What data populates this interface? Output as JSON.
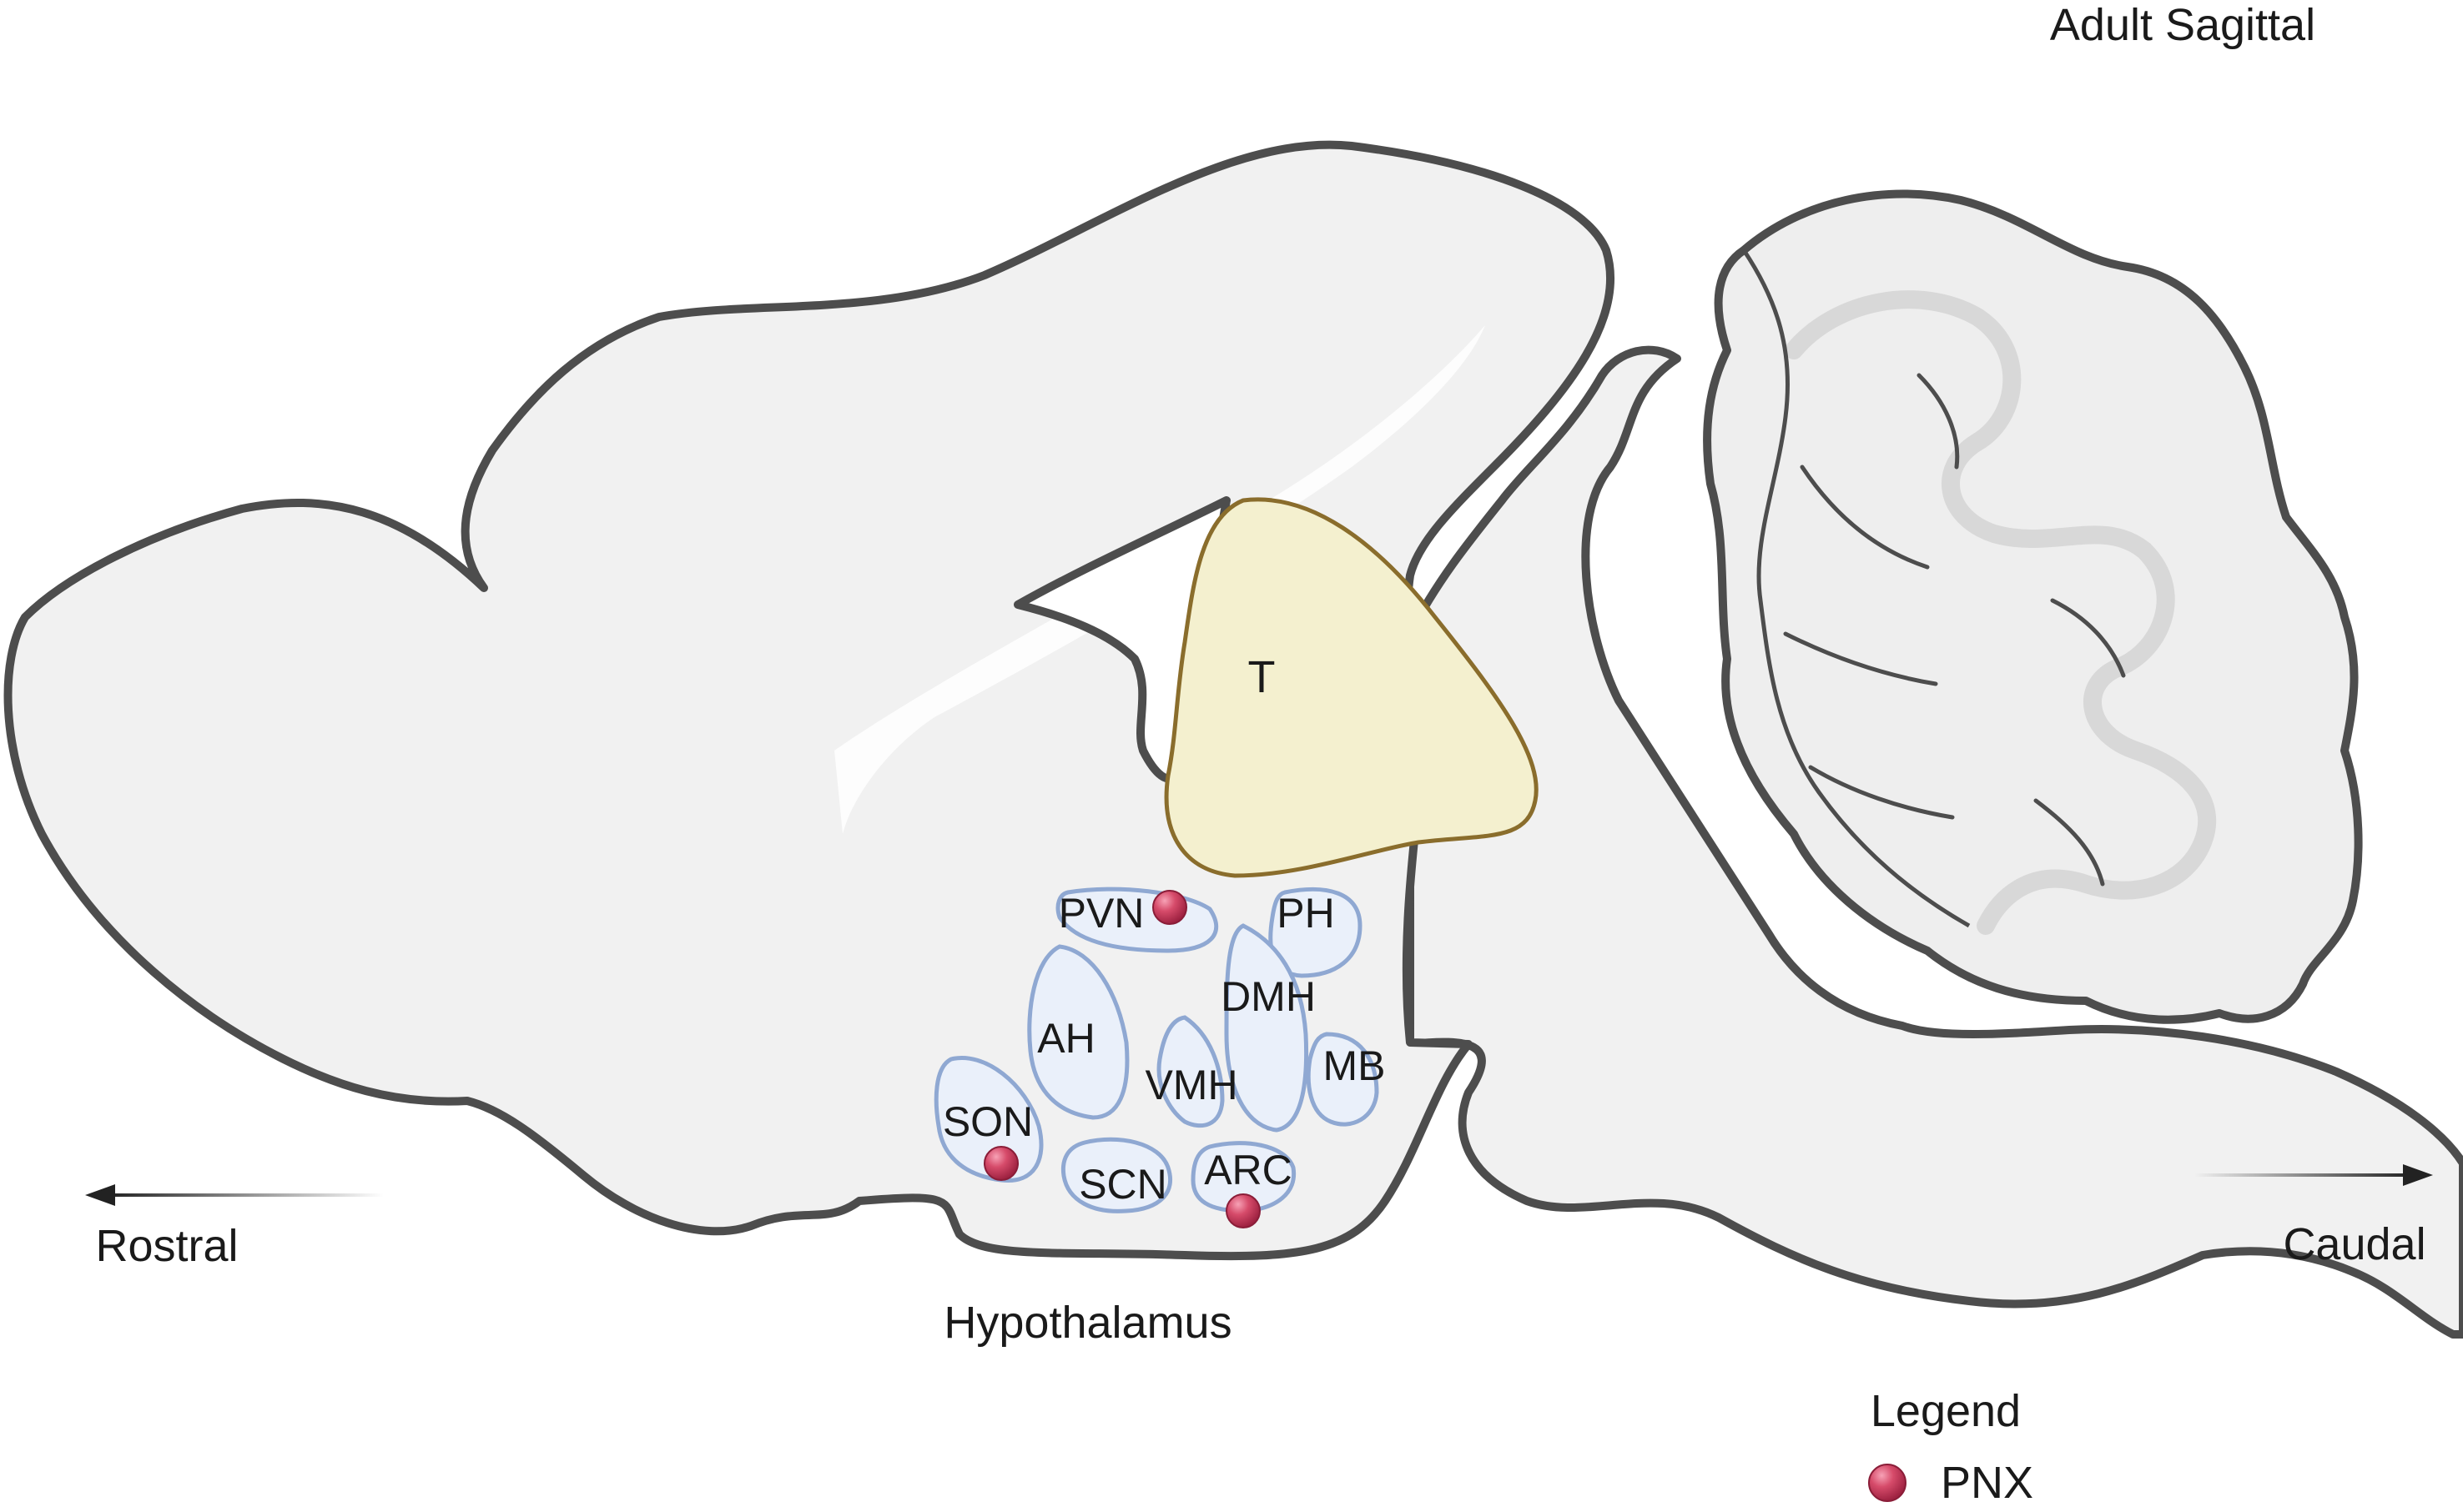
{
  "title": "Adult Sagittal",
  "directions": {
    "rostral": "Rostral",
    "caudal": "Caudal"
  },
  "region_label": "Hypothalamus",
  "thalamus_label": "T",
  "nuclei": {
    "pvn": "PVN",
    "ph": "PH",
    "dmh": "DMH",
    "ah": "AH",
    "vmh": "VMH",
    "mb": "MB",
    "son": "SON",
    "scn": "SCN",
    "arc": "ARC"
  },
  "legend": {
    "title": "Legend",
    "marker_label": "PNX"
  },
  "pnx_marked_nuclei": [
    "PVN",
    "SON",
    "ARC"
  ],
  "colors": {
    "brain_fill": "#f1f1f1",
    "brain_outline": "#4d4d4d",
    "cerebellum_fill": "#eeeeee",
    "thalamus_fill": "#f4f0cf",
    "thalamus_outline": "#8a6d2c",
    "nucleus_fill": "#eaf0fa",
    "nucleus_outline": "#8fa8d2",
    "pnx_marker": "#d64b6a"
  }
}
